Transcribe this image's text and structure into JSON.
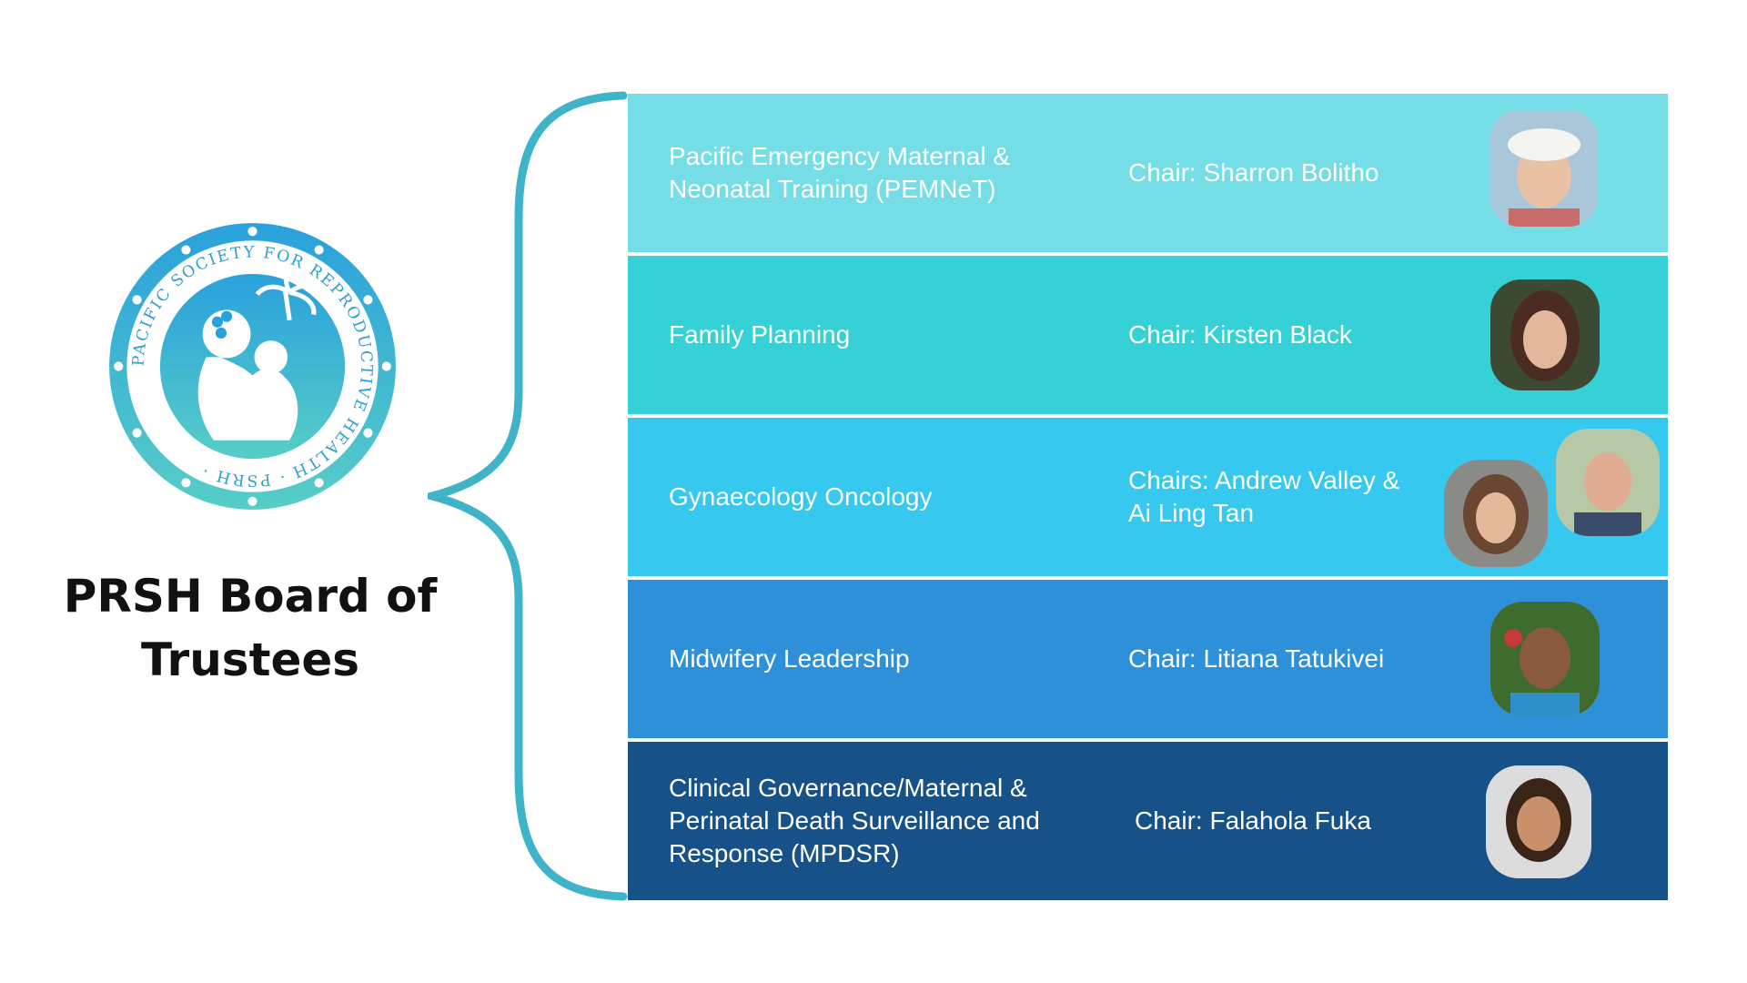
{
  "org": {
    "title": "PRSH Board of Trustees",
    "logo_text": "PACIFIC SOCIETY FOR REPRODUCTIVE HEALTH · PSRH ·"
  },
  "rows": [
    {
      "name": "Pacific Emergency Maternal &\nNeonatal  Training (PEMNeT)",
      "chair": "Chair: Sharron Bolitho",
      "color": "#75dde5"
    },
    {
      "name": "Family Planning",
      "chair": "Chair: Kirsten Black",
      "color": "#35d1d7"
    },
    {
      "name": "Gynaecology Oncology",
      "chair": "Chairs: Andrew Valley &\nAi Ling Tan",
      "color": "#36c8ee"
    },
    {
      "name": "Midwifery Leadership",
      "chair": "Chair: Litiana Tatukivei",
      "color": "#2d90d9"
    },
    {
      "name": "Clinical Governance/Maternal &\nPerinatal Death Surveillance and\nResponse (MPDSR)",
      "chair": "Chair: Falahola Fuka",
      "color": "#165187"
    }
  ],
  "colors": {
    "brace": "#3fb4c8",
    "logo_top": "#2da8d8",
    "logo_bottom": "#4cc9c9"
  }
}
